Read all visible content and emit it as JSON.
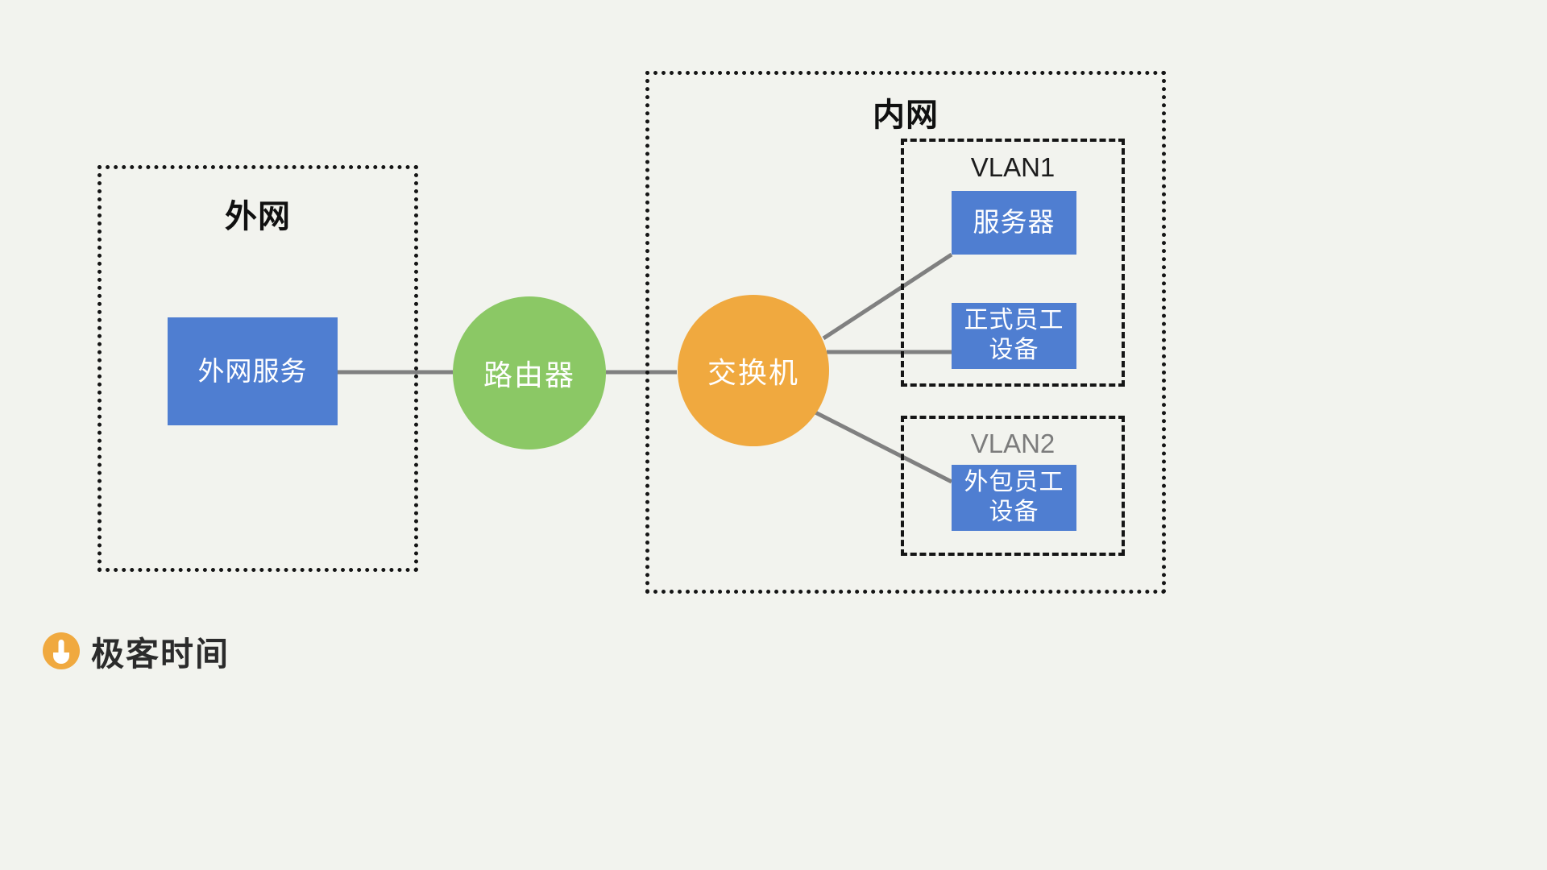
{
  "diagram": {
    "type": "network-topology",
    "background_color": "#F2F3EE",
    "zones": [
      {
        "id": "external",
        "label": "外网"
      },
      {
        "id": "internal",
        "label": "内网"
      },
      {
        "id": "vlan1",
        "label": "VLAN1"
      },
      {
        "id": "vlan2",
        "label": "VLAN2"
      }
    ],
    "nodes": [
      {
        "id": "external-service",
        "label": "外网服务",
        "shape": "rect",
        "color": "#4F7ED1"
      },
      {
        "id": "router",
        "label": "路由器",
        "shape": "circle",
        "color": "#8BC865"
      },
      {
        "id": "switch",
        "label": "交换机",
        "shape": "circle",
        "color": "#F0A93F"
      },
      {
        "id": "server",
        "label": "服务器",
        "shape": "rect",
        "color": "#4F7ED1"
      },
      {
        "id": "staff-device",
        "label": "正式员工\n设备",
        "line1": "正式员工",
        "line2": "设备",
        "shape": "rect",
        "color": "#4F7ED1"
      },
      {
        "id": "contractor-device",
        "label": "外包员工\n设备",
        "line1": "外包员工",
        "line2": "设备",
        "shape": "rect",
        "color": "#4F7ED1"
      }
    ],
    "edges": [
      {
        "from": "external-service",
        "to": "router"
      },
      {
        "from": "router",
        "to": "switch"
      },
      {
        "from": "switch",
        "to": "server"
      },
      {
        "from": "switch",
        "to": "staff-device"
      },
      {
        "from": "switch",
        "to": "contractor-device"
      }
    ],
    "edge_color": "#808080"
  },
  "external_zone": {
    "title": "外网",
    "service_label": "外网服务"
  },
  "internal_zone": {
    "title": "内网",
    "vlan1": {
      "title": "VLAN1",
      "server_label": "服务器",
      "staff_line1": "正式员工",
      "staff_line2": "设备"
    },
    "vlan2": {
      "title": "VLAN2",
      "contractor_line1": "外包员工",
      "contractor_line2": "设备"
    }
  },
  "router": {
    "label": "路由器"
  },
  "switch": {
    "label": "交换机"
  },
  "branding": {
    "name": "极客时间",
    "mark": "geekbang-logo-icon",
    "mark_color": "#F0A93F"
  }
}
